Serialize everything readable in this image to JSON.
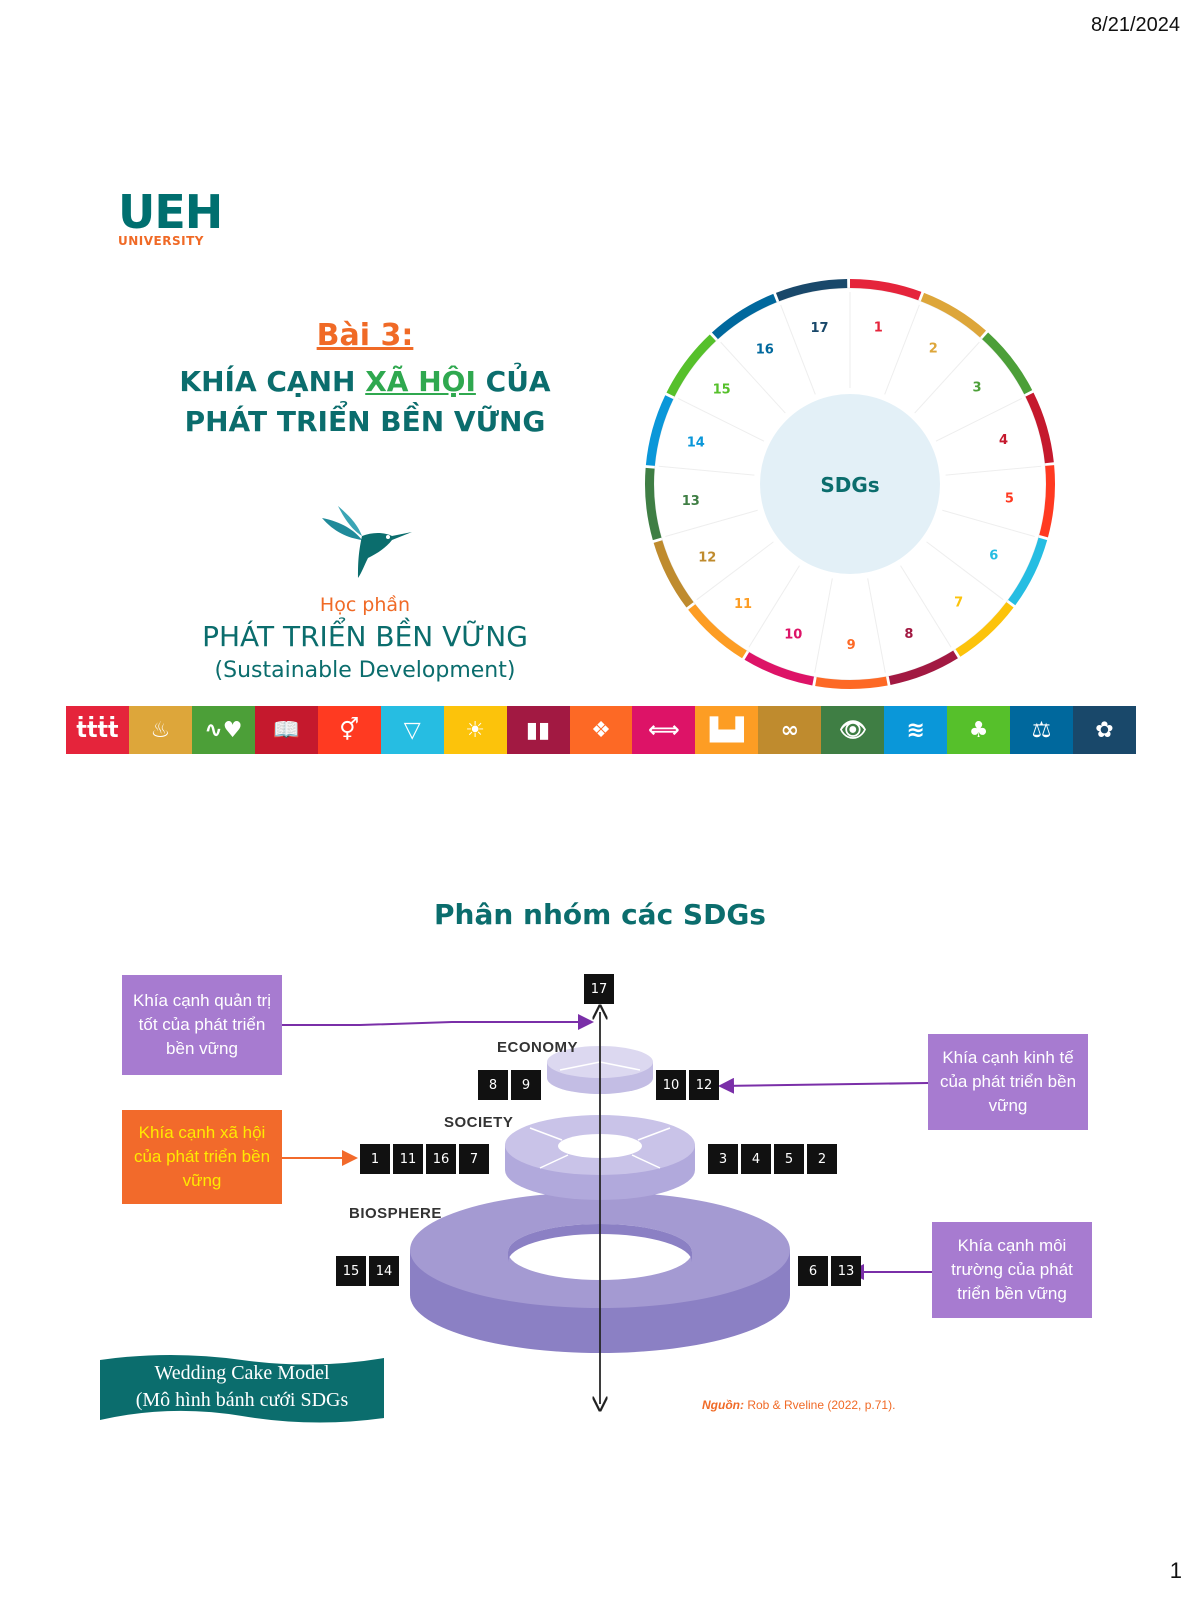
{
  "header": {
    "date": "8/21/2024"
  },
  "footer": {
    "page_number": "1"
  },
  "slide1": {
    "logo": {
      "name": "UEH",
      "sub": "UNIVERSITY"
    },
    "lesson": "Bài 3:",
    "title_part1": "KHÍA CẠNH ",
    "title_highlight": "XÃ HỘI",
    "title_part2": " CỦA",
    "title_line2": "PHÁT TRIỂN BỀN VỮNG",
    "course_label": "Học phần",
    "course_name": "PHÁT TRIỂN BỀN VỮNG",
    "course_name_en": "(Sustainable Development)",
    "wheel_center": "SDGs",
    "wheel_numbers": [
      "1",
      "2",
      "3",
      "4",
      "5",
      "6",
      "7",
      "8",
      "9",
      "10",
      "11",
      "12",
      "13",
      "14",
      "15",
      "16",
      "17"
    ],
    "sdg_colors": [
      "#e5243b",
      "#dda63a",
      "#4c9f38",
      "#c5192d",
      "#ff3a21",
      "#26bde2",
      "#fcc30b",
      "#a21942",
      "#fd6925",
      "#dd1367",
      "#fd9d24",
      "#bf8b2e",
      "#3f7e44",
      "#0a97d9",
      "#56c02b",
      "#00689d",
      "#19486a"
    ],
    "sdg_glyphs": [
      "ṫṫṫṫ",
      "♨",
      "∿♥",
      "📖",
      "⚥",
      "▽",
      "☀",
      "▮▮",
      "❖",
      "⟺",
      "▙▟",
      "∞",
      "👁",
      "≋",
      "♣",
      "⚖",
      "✿"
    ]
  },
  "slide2": {
    "title": "Phân nhóm các SDGs",
    "callout_governance": "Khía cạnh quản trị tốt của phát triển bền vững",
    "callout_social": "Khía cạnh xã hội của phát triển bền vững",
    "callout_economy": "Khía cạnh kinh tế của phát triển bền vững",
    "callout_environment": "Khía cạnh môi trường của phát triển bền vững",
    "label_economy": "ECONOMY",
    "label_society": "SOCIETY",
    "label_biosphere": "BIOSPHERE",
    "icons_top": [
      "17"
    ],
    "icons_economy_left": [
      "8",
      "9"
    ],
    "icons_economy_right": [
      "10",
      "12"
    ],
    "icons_society_left": [
      "1",
      "11",
      "16",
      "7"
    ],
    "icons_society_right": [
      "3",
      "4",
      "5",
      "2"
    ],
    "icons_bio_left": [
      "15",
      "14"
    ],
    "icons_bio_right": [
      "6",
      "13"
    ],
    "ribbon_line1": "Wedding Cake Model",
    "ribbon_line2": "(Mô hình bánh cưới SDGs",
    "source_label": "Nguồn:",
    "source_text": " Rob & Rveline (2022, p.71)."
  }
}
